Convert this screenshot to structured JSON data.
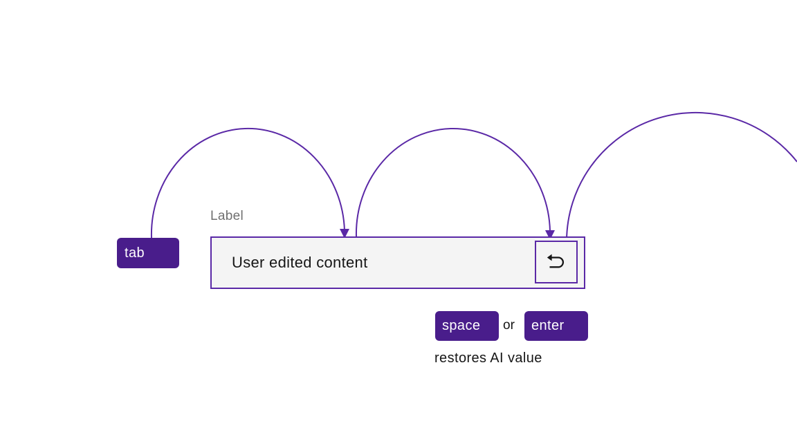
{
  "diagram": {
    "keys": {
      "tab": {
        "label": "tab"
      },
      "space": {
        "label": "space"
      },
      "enter": {
        "label": "enter"
      }
    },
    "field": {
      "label": "Label",
      "value": "User edited content",
      "revert_icon": "undo-icon"
    },
    "or_text": "or",
    "caption": "restores AI value",
    "colors": {
      "key_background": "#491d8b",
      "key_text": "#ffffff",
      "arrow_line": "#5a28a6",
      "field_border": "#5a28a6",
      "field_background": "#f4f4f4",
      "label_text": "#6f6f6f",
      "body_text": "#161616"
    }
  }
}
